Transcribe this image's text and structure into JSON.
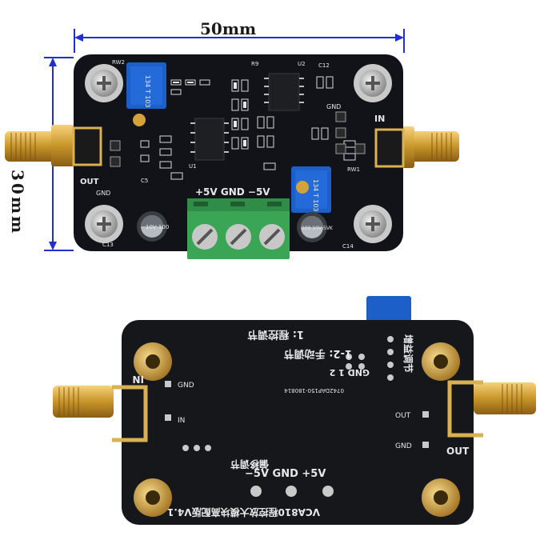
{
  "dimensions": {
    "width": "50mm",
    "height": "30mm"
  },
  "colors": {
    "dimension_line": "#1f2fd0",
    "pcb": "#111318",
    "gold": "#d4a437",
    "terminal": "#3aa655",
    "trimmer": "#1c5fc9",
    "silk": "#e6e6e6"
  },
  "front_board": {
    "labels": {
      "in": "IN",
      "out": "OUT",
      "gnd_left": "GND",
      "gnd_right": "GND",
      "power": "+5V  GND  −5V",
      "cap_left": "C13",
      "cap_right": "C14",
      "u1": "U1",
      "u2": "U2",
      "r9": "R9",
      "rw2": "RW2",
      "rw1": "RW1",
      "c5": "C5",
      "c12": "C12",
      "cap_left_text": "10V 100",
      "cap_right_text": "100 10V 5VK",
      "trim_left_text": "134 T 103",
      "trim_right_text": "134 T 103"
    }
  },
  "back_board": {
    "labels": {
      "in": "IN",
      "in_pad": "IN",
      "out": "OUT",
      "out_pad": "OUT",
      "gnd_pad": "GND",
      "gnd_pad_left": "GND",
      "mode_1": "1:  程控调节",
      "mode_2": "1-2:  手动调节",
      "gain_adj": "增益调节",
      "offset_adj": "偏移调节",
      "jumper_pins": "GND  1  2",
      "power": "−5V  GND  +5V",
      "serial": "0742DAP150-180814",
      "title": "VCA810程控放大模块高配版V4.1"
    }
  }
}
